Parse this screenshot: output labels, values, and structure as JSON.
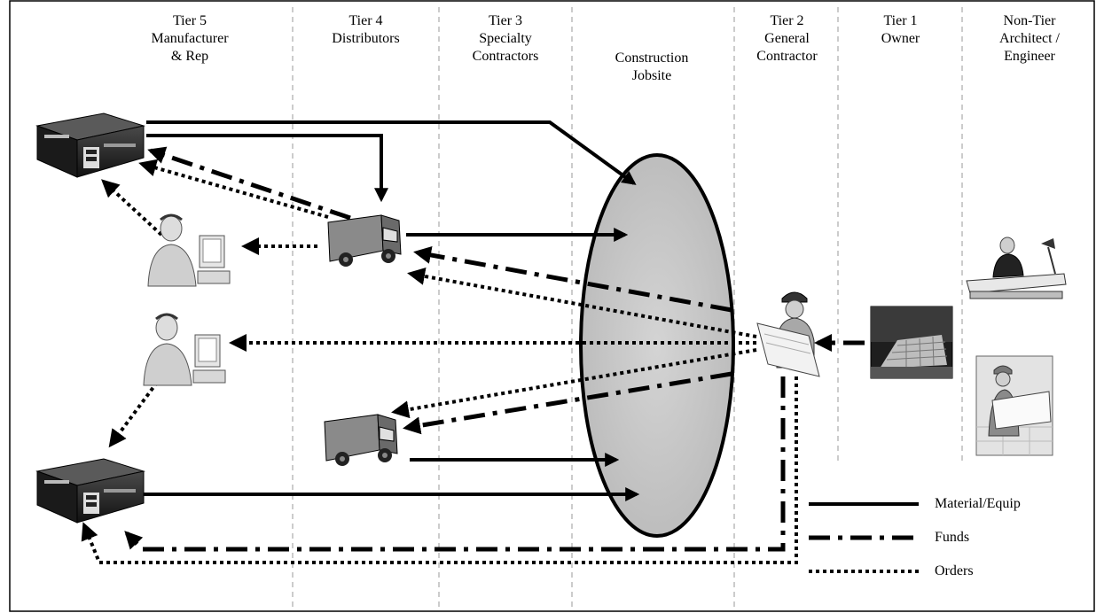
{
  "columns": [
    {
      "lines": [
        "Tier 5",
        "Manufacturer",
        "& Rep"
      ]
    },
    {
      "lines": [
        "Tier 4",
        "Distributors"
      ]
    },
    {
      "lines": [
        "Tier 3",
        "Specialty",
        "Contractors"
      ]
    },
    {
      "lines": [
        "Tier 2",
        "General",
        "Contractor"
      ]
    },
    {
      "lines": [
        "Tier 1",
        "Owner"
      ]
    },
    {
      "lines": [
        "Non-Tier",
        "Architect /",
        "Engineer"
      ]
    }
  ],
  "jobsite": {
    "lines": [
      "Construction",
      "Jobsite"
    ]
  },
  "legend": {
    "material": "Material/Equip",
    "funds": "Funds",
    "orders": "Orders"
  },
  "icons": {
    "factory": "factory-building-icon",
    "rep": "sales-rep-at-computer-icon",
    "truck": "delivery-truck-icon",
    "contractor": "contractor-with-plans-icon",
    "owner": "office-building-photo-icon",
    "architect": "architect-at-drafting-table-icon",
    "engineer": "engineer-with-blueprint-icon"
  }
}
